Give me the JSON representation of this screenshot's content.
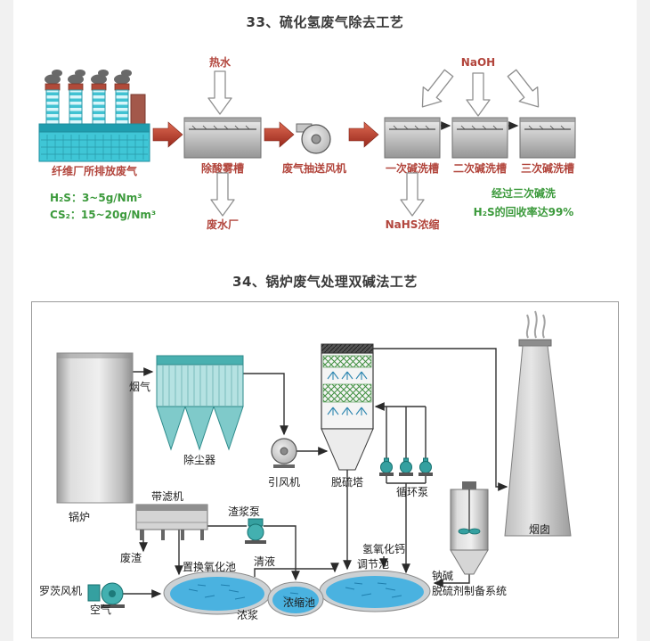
{
  "page": {
    "title1": "33、硫化氢废气除去工艺",
    "title2": "34、锅炉废气处理双碱法工艺"
  },
  "d1": {
    "hot_water": "热水",
    "naoh": "NaOH",
    "factory": "纤维厂所排放废气",
    "h2s_info": "H₂S：3~5g/Nm³",
    "cs2_info": "CS₂：15~20g/Nm³",
    "acid_tank": "除酸雾槽",
    "fan": "废气抽送风机",
    "tank1": "一次碱洗槽",
    "tank2": "二次碱洗槽",
    "tank3": "三次碱洗槽",
    "wastewater_plant": "废水厂",
    "nahs": "NaHS浓缩",
    "recovery_line1": "经过三次碱洗",
    "recovery_line2": "H₂S的回收率达99%"
  },
  "d2": {
    "boiler": "锅炉",
    "flue_gas": "烟气",
    "dust_collector": "除尘器",
    "id_fan": "引风机",
    "tower": "脱硫塔",
    "circ_pump": "循环泵",
    "chimney": "烟囱",
    "belt_filter": "带滤机",
    "slurry_pump": "渣浆泵",
    "waste_residue": "废渣",
    "oxidation_pool": "置换氧化池",
    "clear_liquid": "清液",
    "lime": "氢氧化钙",
    "regulating_pool": "调节池",
    "soda": "钠碱",
    "prep_system": "脱硫剂制备系统",
    "roots_blower": "罗茨风机",
    "air": "空气",
    "thickener": "浓缩池",
    "thick_slurry": "浓浆"
  },
  "colors": {
    "red_label": "#b2453c",
    "green_label": "#3c9a3c",
    "teal_equipment": "#35a0a0",
    "water_blue": "#4ab2e0",
    "factory_cyan": "#3fc6d6"
  }
}
